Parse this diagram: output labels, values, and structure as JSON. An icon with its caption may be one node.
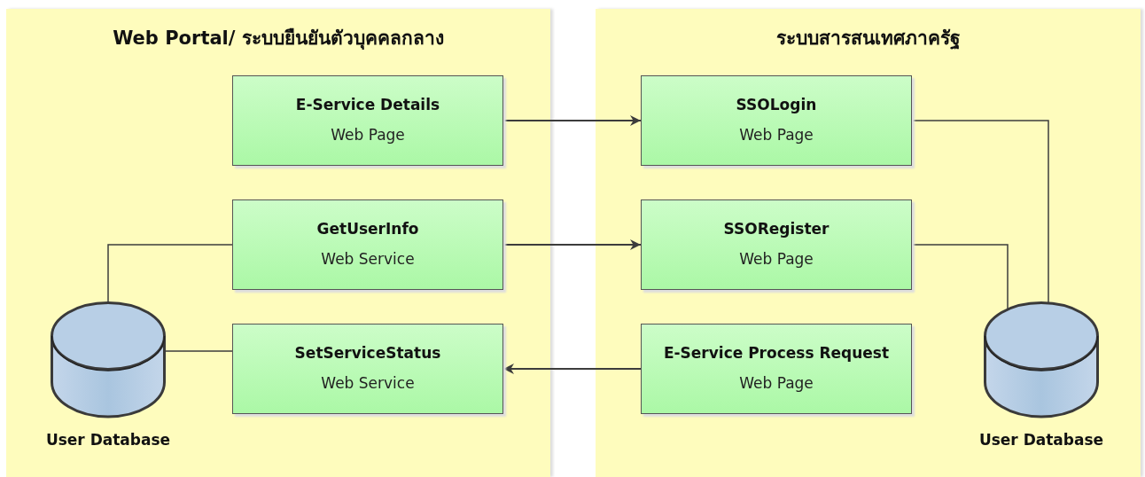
{
  "diagram": {
    "nodes": [
      {
        "text": [
          "Web Portal/ ระบบยืนยันตัวบุคคลกลาง"
        ]
      },
      {
        "text": [
          "E-Service Details",
          "Web Page"
        ],
        "in": 0
      },
      {
        "text": [
          "GetUserInfo",
          "Web Service"
        ],
        "in": 0
      },
      {
        "text": [
          "SetServiceStatus",
          "Web Service"
        ],
        "in": 0
      },
      {
        "text": [],
        "shape": "cylinder",
        "beside": [
          "User Database"
        ],
        "in": 0
      },
      {
        "text": [
          "ระบบสารสนเทศภาครัฐ"
        ]
      },
      {
        "text": [
          "SSOLogin",
          "Web Page"
        ],
        "in": 5
      },
      {
        "text": [
          "SSORegister",
          "Web Page"
        ],
        "in": 5
      },
      {
        "text": [
          "E-Service Process Request",
          "Web Page"
        ],
        "in": 5
      },
      {
        "text": [],
        "shape": "cylinder",
        "beside": [
          "User Database"
        ],
        "in": 5
      }
    ],
    "edges": [
      {
        "from": 1,
        "to": 6,
        "arrow": "to"
      },
      {
        "from": 2,
        "to": 7,
        "arrow": "to"
      },
      {
        "from": 8,
        "to": 3,
        "arrow": "to"
      },
      {
        "from": 4,
        "to": 2,
        "arrow": "none"
      },
      {
        "from": 4,
        "to": 3,
        "arrow": "none"
      },
      {
        "from": 6,
        "to": 9,
        "arrow": "none"
      },
      {
        "from": 7,
        "to": 9,
        "arrow": "none"
      }
    ]
  }
}
